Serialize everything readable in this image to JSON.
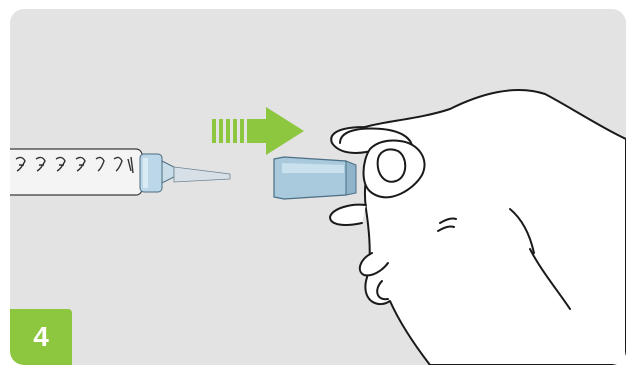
{
  "step": {
    "number": "4"
  },
  "syringe": {
    "scale_marks": [
      "ꓤ",
      "ꓤ",
      "ꓤ",
      "ꓤ",
      "ꓤ",
      "ꓤ"
    ]
  },
  "colors": {
    "card_background": "#e3e3e3",
    "badge": "#8dc63f",
    "arrow": "#8dc63f",
    "needle_cap": "#a9c9dc",
    "syringe_tip": "#cfdde6",
    "outline": "#1a1a1a"
  },
  "icons": [
    "syringe-icon",
    "needle-icon",
    "arrow-right-icon",
    "hand-icon"
  ]
}
